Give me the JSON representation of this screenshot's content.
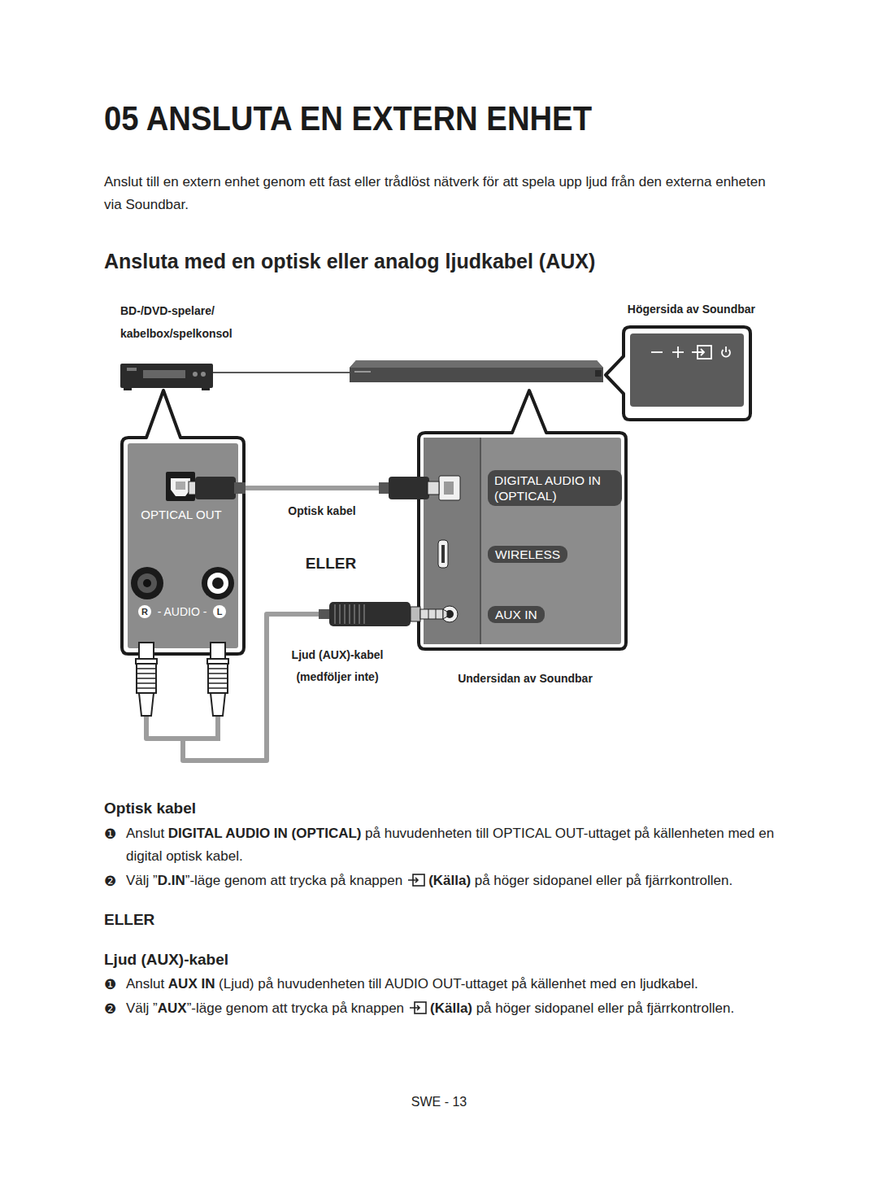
{
  "diagram": {
    "title": "05 ANSLUTA EN EXTERN ENHET",
    "nodes": [
      {
        "text": [
          "OPTICAL OUT",
          "R",
          "- AUDIO -",
          "L"
        ]
      },
      {
        "text": [
          "Högersida av Soundbar"
        ]
      },
      {
        "text": [
          "Undersidan av Soundbar"
        ]
      },
      {
        "text": [
          "DIGITAL AUDIO IN (OPTICAL)"
        ],
        "in": 2
      },
      {
        "text": [
          "WIRELESS"
        ],
        "in": 2
      },
      {
        "text": [
          "AUX IN"
        ],
        "in": 2
      }
    ],
    "edges": [
      {
        "from": 0,
        "to": 2,
        "label": "Optisk kabel",
        "arrow": "none"
      },
      {
        "from": 0,
        "to": 2,
        "label": "Ljud (AUX)-kabel (medföljer inte)",
        "arrow": "none"
      }
    ],
    "labels": [
      "Anslut till en extern enhet genom ett fast eller trådlöst nätverk för att spela upp ljud från den externa enheten via Soundbar.",
      "Ansluta med en optisk eller analog ljudkabel (AUX)",
      "BD-/DVD-spelare/ kabelbox/spelkonsol",
      "ELLER",
      "Optisk kabel",
      "❶",
      "Anslut",
      "DIGITAL AUDIO IN (OPTICAL)",
      "på huvudenheten till OPTICAL OUT-uttaget på källenheten med en digital optisk kabel.",
      "❷",
      "Välj ”",
      "D.IN",
      "”-läge genom att trycka på knappen",
      "(Källa)",
      "på höger sidopanel eller på fjärrkontrollen.",
      "ELLER",
      "Ljud (AUX)-kabel",
      "❶",
      "Anslut",
      "AUX IN",
      "(Ljud) på huvudenheten till AUDIO OUT-uttaget på källenhet med en ljudkabel.",
      "❷",
      "Välj ”",
      "AUX",
      "”-läge genom att trycka på knappen",
      "(Källa)",
      "på höger sidopanel eller på fjärrkontrollen.",
      "SWE - 13"
    ]
  }
}
